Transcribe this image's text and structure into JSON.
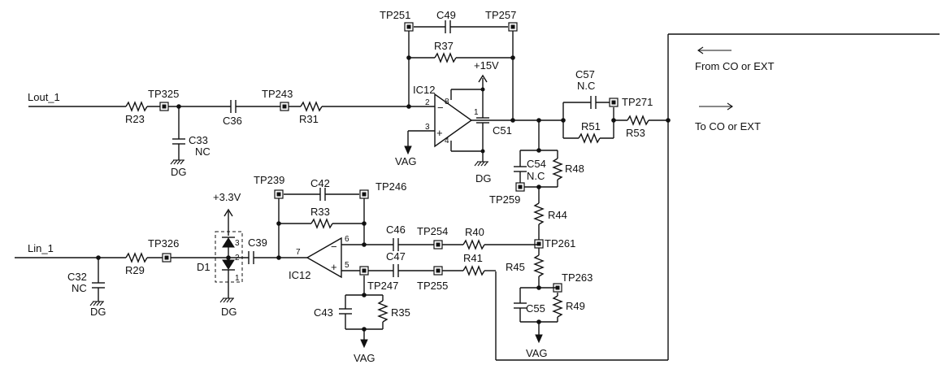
{
  "signals": {
    "lout": "Lout_1",
    "lin": "Lin_1"
  },
  "legend": {
    "from": "From CO or EXT",
    "to": "To CO or EXT"
  },
  "power": {
    "p15": "+15V",
    "p33": "+3.3V",
    "vag1": "VAG",
    "vag2": "VAG",
    "vag3": "VAG",
    "dg1": "DG",
    "dg2": "DG",
    "dg3": "DG",
    "dg4": "DG"
  },
  "ics": {
    "ic12_top": "IC12",
    "ic12_bottom": "IC12"
  },
  "pins": {
    "top_2": "2",
    "top_3": "3",
    "top_8": "8",
    "top_4": "4",
    "top_1": "1",
    "top_minus": "−",
    "top_plus": "+",
    "bot_7": "7",
    "bot_6": "6",
    "bot_5": "5",
    "bot_minus": "−",
    "bot_plus": "+"
  },
  "resistors": {
    "R23": "R23",
    "R31": "R31",
    "R37": "R37",
    "R51": "R51",
    "R53": "R53",
    "R48": "R48",
    "R44": "R44",
    "R29": "R29",
    "R33": "R33",
    "R40": "R40",
    "R41": "R41",
    "R45": "R45",
    "R49": "R49",
    "R35": "R35"
  },
  "capacitors": {
    "C33": "C33",
    "C33_nc": "NC",
    "C36": "C36",
    "C49": "C49",
    "C51": "C51",
    "C57": "C57",
    "C57_nc": "N.C",
    "C54": "C54",
    "C54_nc": "N.C",
    "C42": "C42",
    "C39": "C39",
    "C32": "C32",
    "C32_nc": "NC",
    "C46": "C46",
    "C47": "C47",
    "C55": "C55",
    "C43": "C43"
  },
  "diode": {
    "D1": "D1"
  },
  "testpoints": {
    "TP325": "TP325",
    "TP243": "TP243",
    "TP251": "TP251",
    "TP257": "TP257",
    "TP271": "TP271",
    "TP259": "TP259",
    "TP239": "TP239",
    "TP246": "TP246",
    "TP326": "TP326",
    "TP254": "TP254",
    "TP261": "TP261",
    "TP247": "TP247",
    "TP255": "TP255",
    "TP263": "TP263"
  }
}
